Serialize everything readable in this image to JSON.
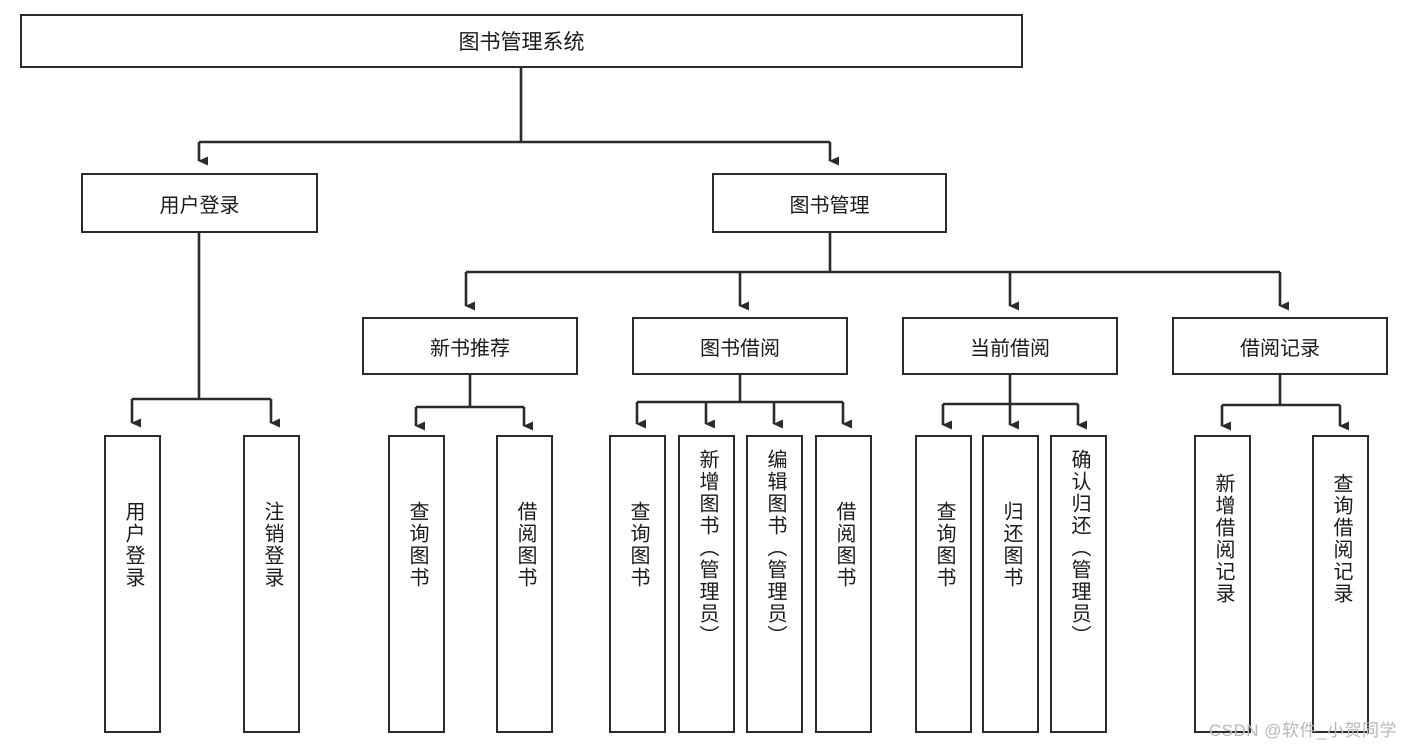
{
  "diagram": {
    "title": "图书管理系统",
    "type": "tree-hierarchy",
    "root": {
      "label": "图书管理系统"
    },
    "level1": [
      {
        "label": "用户登录"
      },
      {
        "label": "图书管理"
      }
    ],
    "level2": [
      {
        "label": "新书推荐"
      },
      {
        "label": "图书借阅"
      },
      {
        "label": "当前借阅"
      },
      {
        "label": "借阅记录"
      }
    ],
    "leaves": {
      "user_login": [
        {
          "label": "用户登录"
        },
        {
          "label": "注销登录"
        }
      ],
      "new_book_recommend": [
        {
          "label": "查询图书"
        },
        {
          "label": "借阅图书"
        }
      ],
      "book_borrow": [
        {
          "label": "查询图书"
        },
        {
          "label": "新增图书（管理员）"
        },
        {
          "label": "编辑图书（管理员）"
        },
        {
          "label": "借阅图书"
        }
      ],
      "current_borrow": [
        {
          "label": "查询图书"
        },
        {
          "label": "归还图书"
        },
        {
          "label": "确认归还（管理员）"
        }
      ],
      "borrow_record": [
        {
          "label": "新增借阅记录"
        },
        {
          "label": "查询借阅记录"
        }
      ]
    }
  },
  "watermark": {
    "text": "CSDN @软件_小贺同学"
  },
  "colors": {
    "box_border": "#2b2b2b",
    "box_fill": "#ffffff",
    "edge": "#2b2b2b",
    "text": "#1a1a1a",
    "watermark": "#b8b8b8"
  }
}
